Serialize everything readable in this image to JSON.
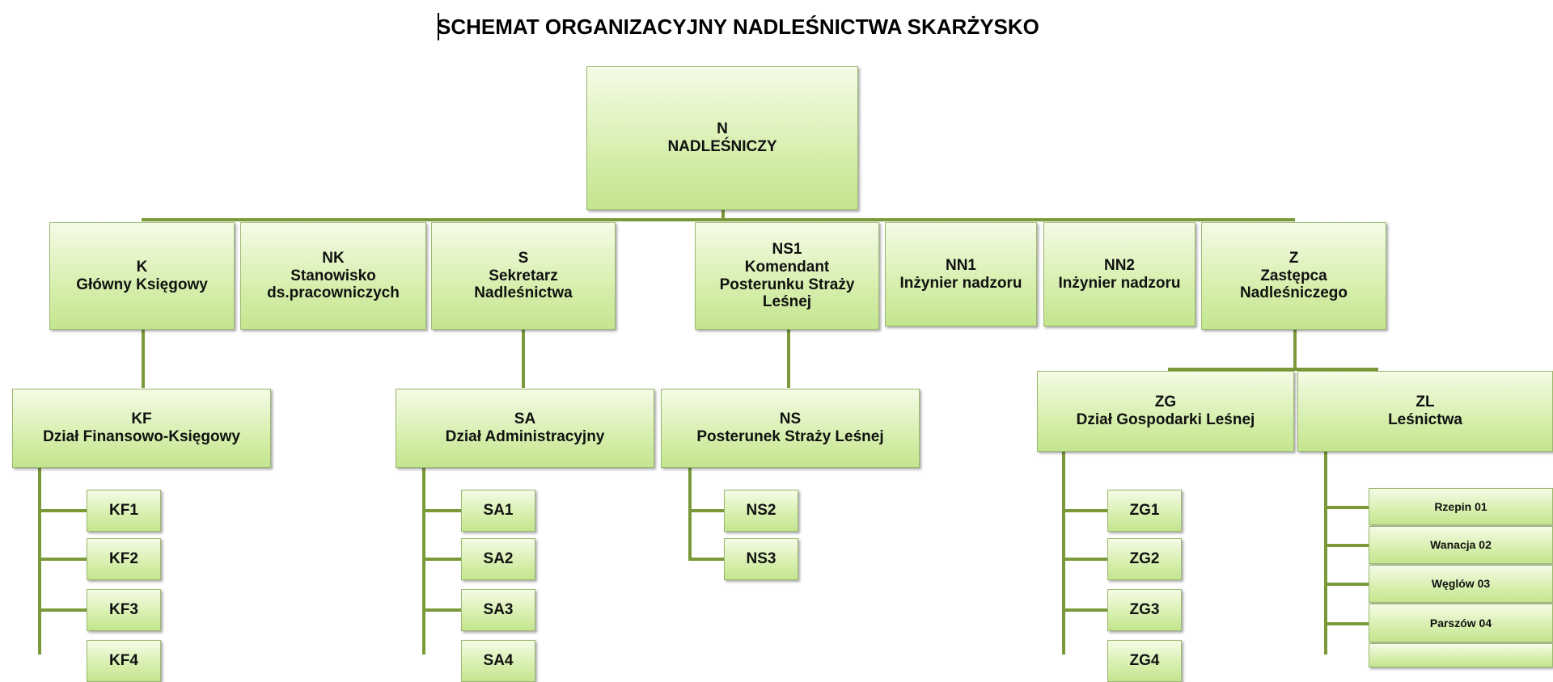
{
  "title": "SCHEMAT ORGANIZACYJNY NADLEŚNICTWA SKARŻYSKO",
  "root": {
    "code": "N",
    "name": "NADLEŚNICZY"
  },
  "level1": [
    {
      "code": "K",
      "name": "Główny Księgowy"
    },
    {
      "code": "NK",
      "name": "Stanowisko ds.pracowniczych"
    },
    {
      "code": "S",
      "name": "Sekretarz Nadleśnictwa"
    },
    {
      "code": "NS1",
      "name": "Komendant Posterunku Straży Leśnej"
    },
    {
      "code": "NN1",
      "name": "Inżynier nadzoru"
    },
    {
      "code": "NN2",
      "name": "Inżynier nadzoru"
    },
    {
      "code": "Z",
      "name": "Zastępca Nadleśniczego"
    }
  ],
  "level2": [
    {
      "code": "KF",
      "name": "Dział Finansowo-Księgowy"
    },
    {
      "code": "SA",
      "name": "Dział Administracyjny"
    },
    {
      "code": "NS",
      "name": "Posterunek Straży Leśnej"
    },
    {
      "code": "ZG",
      "name": "Dział Gospodarki Leśnej"
    },
    {
      "code": "ZL",
      "name": "Leśnictwa"
    }
  ],
  "kf_items": [
    "KF1",
    "KF2",
    "KF3",
    "KF4"
  ],
  "sa_items": [
    "SA1",
    "SA2",
    "SA3",
    "SA4"
  ],
  "ns_items": [
    "NS2",
    "NS3"
  ],
  "zg_items": [
    "ZG1",
    "ZG2",
    "ZG3",
    "ZG4"
  ],
  "zl_items": [
    "Rzepin 01",
    "Wanacja 02",
    "Węglów 03",
    "Parszów 04"
  ],
  "colors": {
    "box_top": "#f5fbe6",
    "box_bottom": "#c4e58f",
    "connector": "#7a9a3a"
  }
}
